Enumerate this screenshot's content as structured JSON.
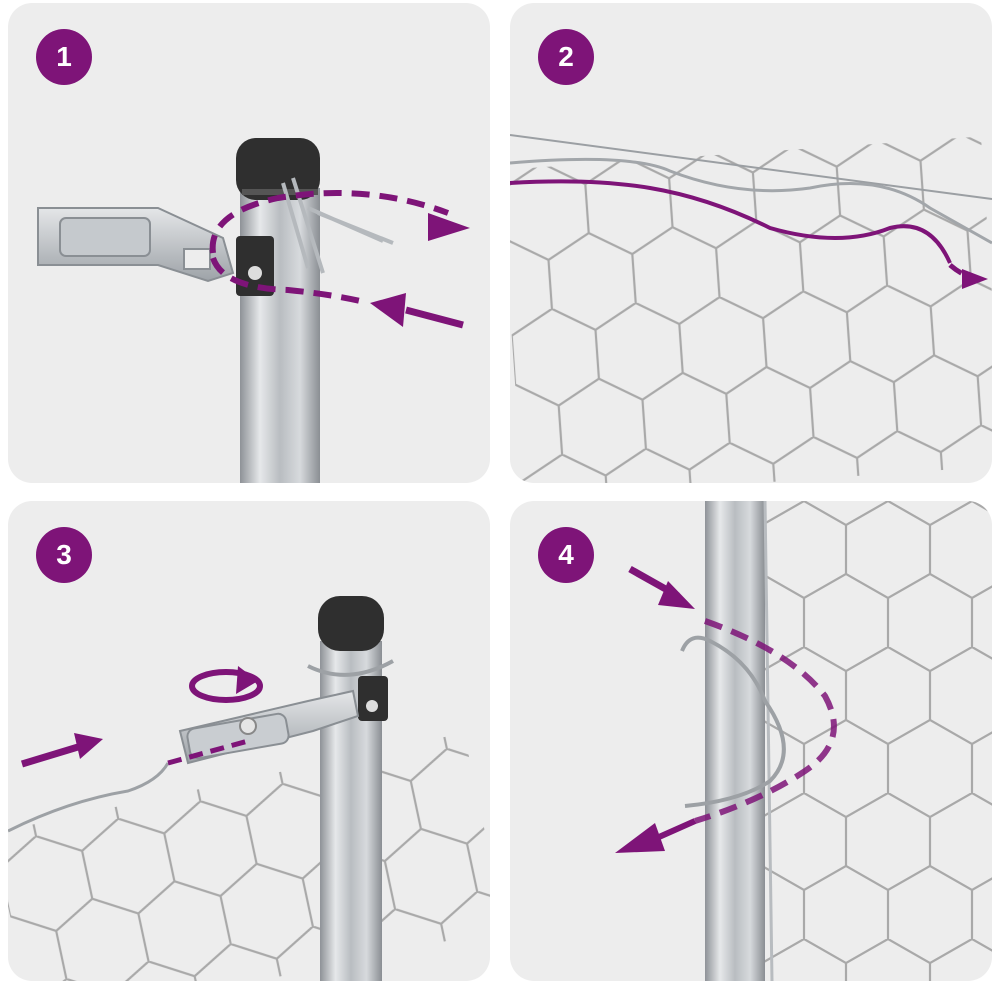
{
  "colors": {
    "accent": "#7e1478",
    "panel_bg": "#ededed",
    "metal": "#b8bcc0",
    "cap": "#2f2f2f"
  },
  "steps": [
    {
      "number": "1",
      "icon": "tension-bar-clamp-on-post"
    },
    {
      "number": "2",
      "icon": "wire-threaded-through-mesh"
    },
    {
      "number": "3",
      "icon": "wire-tensioner-rotate"
    },
    {
      "number": "4",
      "icon": "wire-wrapped-around-post"
    }
  ]
}
